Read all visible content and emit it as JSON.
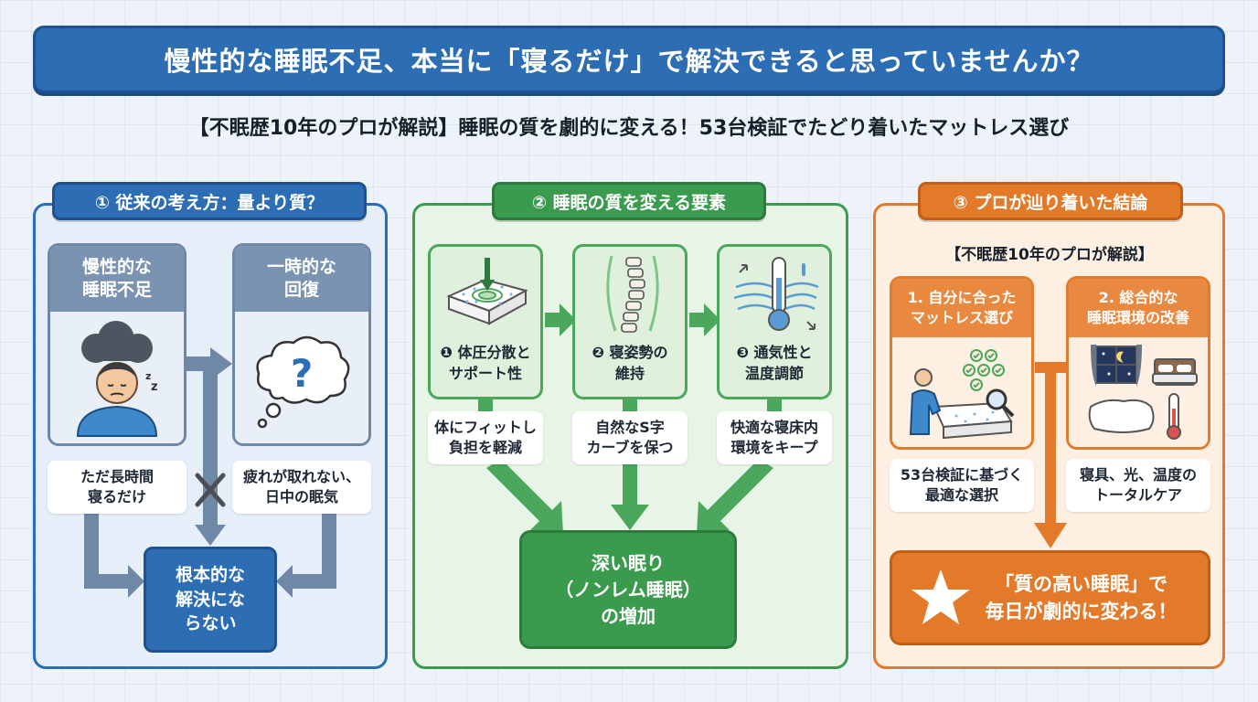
{
  "header": {
    "title": "慢性的な睡眠不足、本当に「寝るだけ」で解決できると思っていませんか？",
    "subtitle": "【不眠歴10年のプロが解説】睡眠の質を劇的に変える！53台検証でたどり着いたマットレス選び"
  },
  "section1": {
    "tag": "① 従来の考え方：量より質？",
    "card1": {
      "title": "慢性的な\n睡眠不足",
      "icon": "tired-person-cloud-icon"
    },
    "card2": {
      "title": "一時的な\n回復",
      "icon": "question-thought-icon"
    },
    "note1": "ただ長時間\n寝るだけ",
    "note2": "疲れが取れない、\n日中の眠気",
    "result": "根本的な\n解決にな\nらない",
    "colors": {
      "accent": "#2d6db4",
      "card_head": "#7a93b1"
    }
  },
  "section2": {
    "tag": "② 睡眠の質を変える要素",
    "factors": [
      {
        "label": "❶ 体圧分散と\nサポート性",
        "note": "体にフィットし\n負担を軽減",
        "icon": "mattress-pressure-icon"
      },
      {
        "label": "❷ 寝姿勢の\n維持",
        "note": "自然なS字\nカーブを保つ",
        "icon": "spine-icon"
      },
      {
        "label": "❸ 通気性と\n温度調節",
        "note": "快適な寝床内\n環境をキープ",
        "icon": "thermometer-airflow-icon"
      }
    ],
    "result": "深い眠り\n（ノンレム睡眠）\nの増加",
    "colors": {
      "accent": "#3a9a4e",
      "card_bg": "#dff0dc"
    }
  },
  "section3": {
    "tag": "③ プロが辿り着いた結論",
    "subtitle": "【不眠歴10年のプロが解説】",
    "card1": {
      "title": "1. 自分に合った\nマットレス選び",
      "icon": "person-inspecting-mattress-icon"
    },
    "card2": {
      "title": "2. 総合的な\n睡眠環境の改善",
      "icon": "bedroom-environment-icon"
    },
    "note1": "53台検証に基づく\n最適な選択",
    "note2": "寝具、光、温度の\nトータルケア",
    "result": "「質の高い睡眠」で\n毎日が劇的に変わる！",
    "result_icon": "star-icon",
    "colors": {
      "accent": "#e27a2a",
      "card_head": "#e8893f"
    }
  }
}
